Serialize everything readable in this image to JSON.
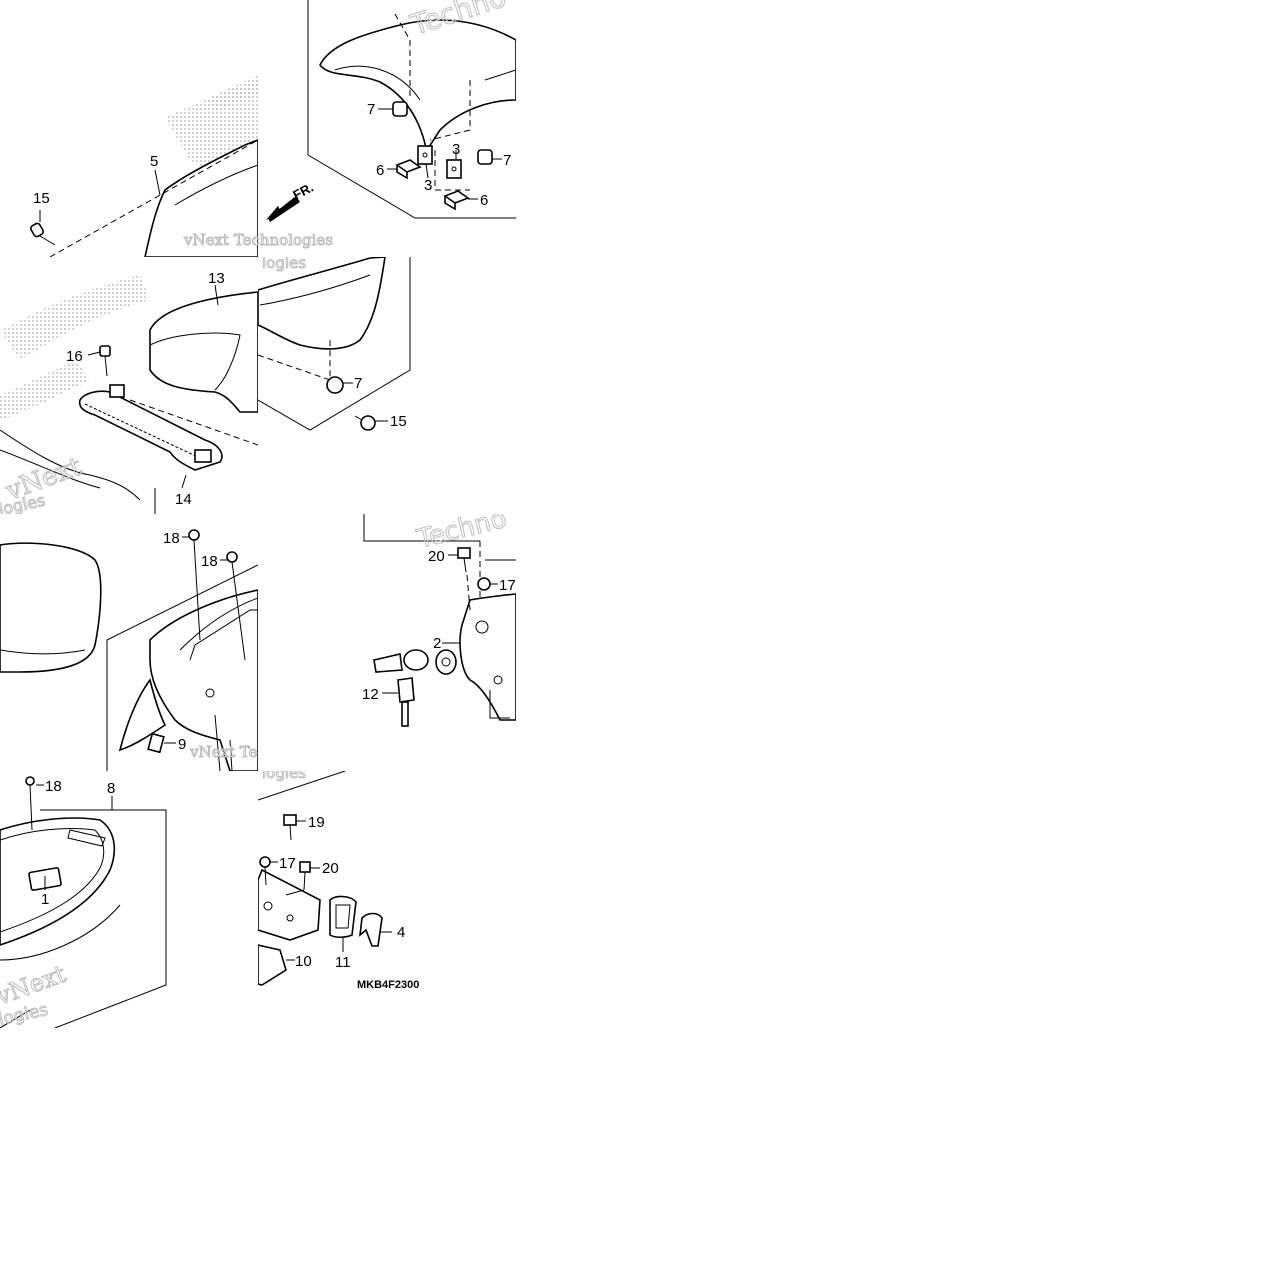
{
  "diagram": {
    "code": "MKB4F2300",
    "direction_label": "FR.",
    "watermark": {
      "brand": "vNext",
      "line1": "vNext Technologies",
      "word_a": "Techno",
      "word_b": "logies"
    },
    "callouts": [
      {
        "id": "c15a",
        "label": "15"
      },
      {
        "id": "c5",
        "label": "5"
      },
      {
        "id": "c7a",
        "label": "7"
      },
      {
        "id": "c6a",
        "label": "6"
      },
      {
        "id": "c3a",
        "label": "3"
      },
      {
        "id": "c3b",
        "label": "3"
      },
      {
        "id": "c7b",
        "label": "7"
      },
      {
        "id": "c6b",
        "label": "6"
      },
      {
        "id": "c13",
        "label": "13"
      },
      {
        "id": "c16",
        "label": "16"
      },
      {
        "id": "c14",
        "label": "14"
      },
      {
        "id": "c7c",
        "label": "7"
      },
      {
        "id": "c15b",
        "label": "15"
      },
      {
        "id": "c18a",
        "label": "18"
      },
      {
        "id": "c18b",
        "label": "18"
      },
      {
        "id": "c9",
        "label": "9"
      },
      {
        "id": "c20a",
        "label": "20"
      },
      {
        "id": "c17a",
        "label": "17"
      },
      {
        "id": "c2",
        "label": "2"
      },
      {
        "id": "c12",
        "label": "12"
      },
      {
        "id": "c18c",
        "label": "18"
      },
      {
        "id": "c8",
        "label": "8"
      },
      {
        "id": "c1",
        "label": "1"
      },
      {
        "id": "c19",
        "label": "19"
      },
      {
        "id": "c17b",
        "label": "17"
      },
      {
        "id": "c20b",
        "label": "20"
      },
      {
        "id": "c4",
        "label": "4"
      },
      {
        "id": "c10",
        "label": "10"
      },
      {
        "id": "c11",
        "label": "11"
      }
    ]
  },
  "colors": {
    "ink": "#000000",
    "watermark": "#bdbdbd",
    "background": "#ffffff"
  }
}
